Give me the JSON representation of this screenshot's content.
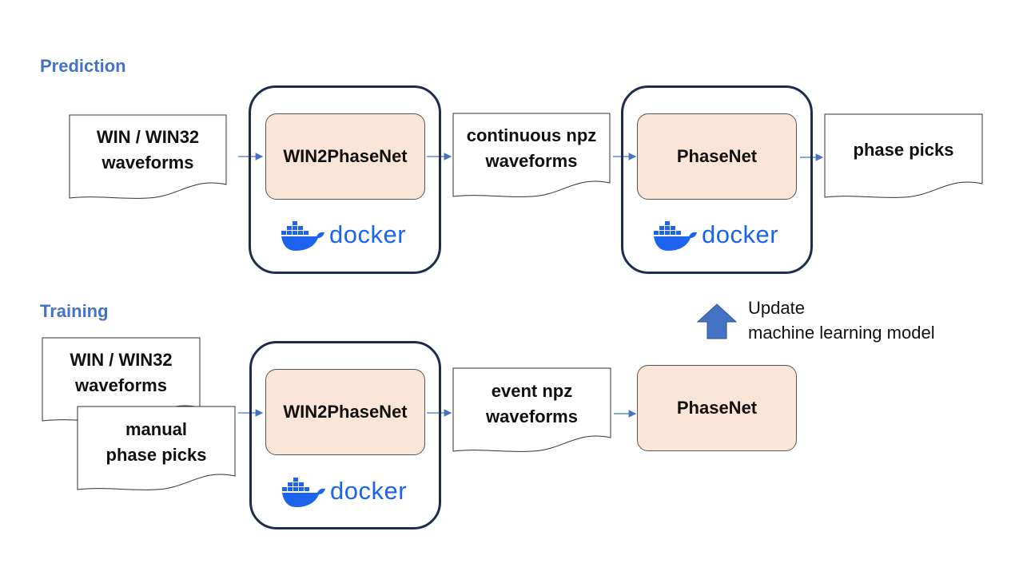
{
  "prediction": {
    "section_label": "Prediction",
    "input_doc": {
      "line1": "WIN / WIN32",
      "line2": "waveforms"
    },
    "process1": "WIN2PhaseNet",
    "mid_doc": {
      "line1": "continuous npz",
      "line2": "waveforms"
    },
    "process2": "PhaseNet",
    "output_doc": "phase picks",
    "docker_label": "docker"
  },
  "training": {
    "section_label": "Training",
    "input_doc1": {
      "line1": "WIN / WIN32",
      "line2": "waveforms"
    },
    "input_doc2": {
      "line1": "manual",
      "line2": "phase picks"
    },
    "process1": "WIN2PhaseNet",
    "mid_doc": {
      "line1": "event npz",
      "line2": "waveforms"
    },
    "process2": "PhaseNet",
    "docker_label": "docker"
  },
  "update_note": {
    "line1": "Update",
    "line2": "machine learning model"
  },
  "colors": {
    "accent": "#4472c4",
    "process_fill": "#fbe5d6",
    "container_border": "#1f2d4d",
    "docker_blue": "#1d63ed",
    "arrow": "#4472c4"
  }
}
